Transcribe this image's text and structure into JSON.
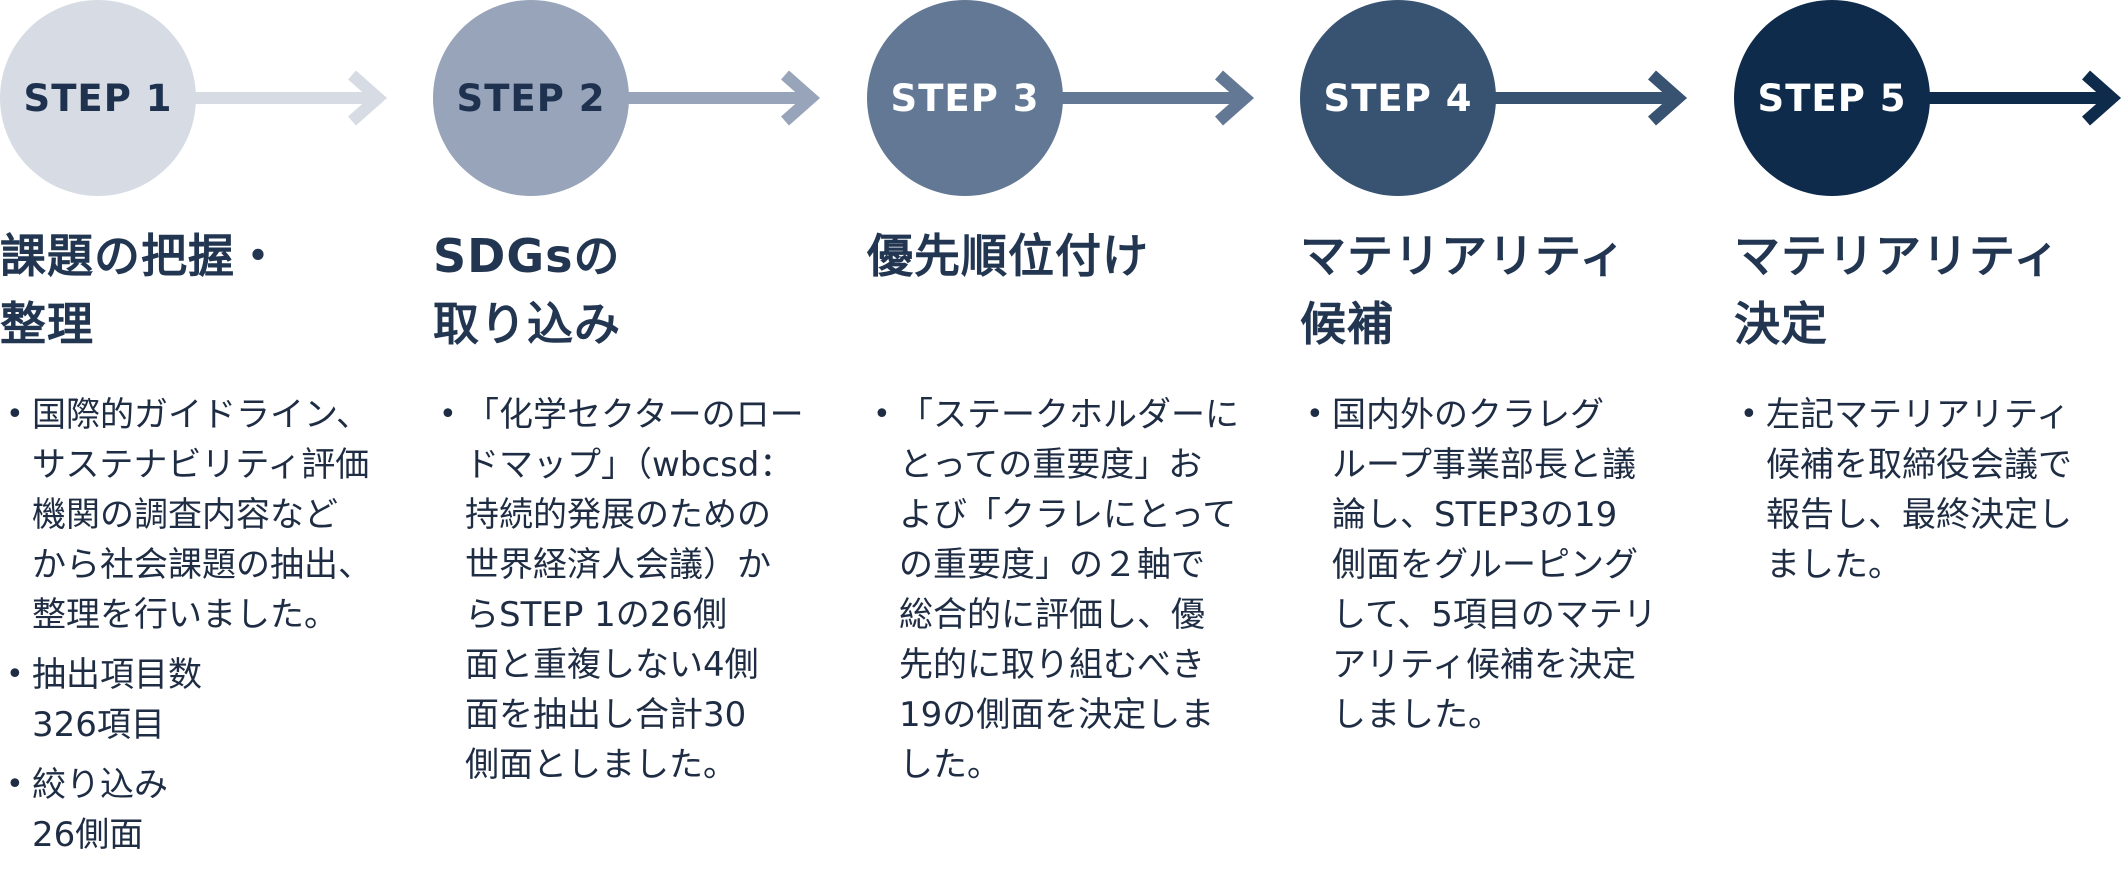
{
  "steps": [
    {
      "label": "STEP 1",
      "circle_color": "#d7dce4",
      "arrow_color": "#d7dce4",
      "label_color": "#1e3250",
      "title_lines": [
        "課題の把握・",
        "整理"
      ],
      "bullets": [
        [
          "国際的ガイドライン、",
          "サステナビリティ評価",
          "機関の調査内容など",
          "から社会課題の抽出、",
          "整理を行いました。"
        ],
        [
          "抽出項目数",
          "326項目"
        ],
        [
          "絞り込み",
          "26側面"
        ]
      ]
    },
    {
      "label": "STEP 2",
      "circle_color": "#97a4b9",
      "arrow_color": "#97a4b9",
      "label_color": "#1e3250",
      "title_lines": [
        "SDGsの",
        "取り込み"
      ],
      "bullets": [
        [
          "「化学セクターのロー",
          "ドマップ」（wbcsd：",
          "持続的発展のための",
          "世界経済人会議）か",
          "らSTEP 1の26側",
          "面と重複しない4側",
          "面を抽出し合計30",
          "側面としました。"
        ]
      ]
    },
    {
      "label": "STEP 3",
      "circle_color": "#637894",
      "arrow_color": "#637894",
      "label_color": "#ffffff",
      "title_lines": [
        "優先順位付け"
      ],
      "bullets": [
        [
          "「ステークホルダーに",
          "とっての重要度」お",
          "よび「クラレにとって",
          "の重要度」の２軸で",
          "総合的に評価し、優",
          "先的に取り組むべき",
          "19の側面を決定しま",
          "した。"
        ]
      ]
    },
    {
      "label": "STEP 4",
      "circle_color": "#385272",
      "arrow_color": "#385272",
      "label_color": "#ffffff",
      "title_lines": [
        "マテリアリティ",
        "候補"
      ],
      "bullets": [
        [
          "国内外のクラレグ",
          "ループ事業部長と議",
          "論し、STEP3の19",
          "側面をグルーピング",
          "して、5項目のマテリ",
          "アリティ候補を決定",
          "しました。"
        ]
      ]
    },
    {
      "label": "STEP 5",
      "circle_color": "#0f2b4c",
      "arrow_color": "#0f2b4c",
      "label_color": "#ffffff",
      "title_lines": [
        "マテリアリティ",
        "決定"
      ],
      "bullets": [
        [
          "左記マテリアリティ",
          "候補を取締役会議で",
          "報告し、最終決定し",
          "ました。"
        ]
      ]
    }
  ],
  "bullet_symbol": "•"
}
